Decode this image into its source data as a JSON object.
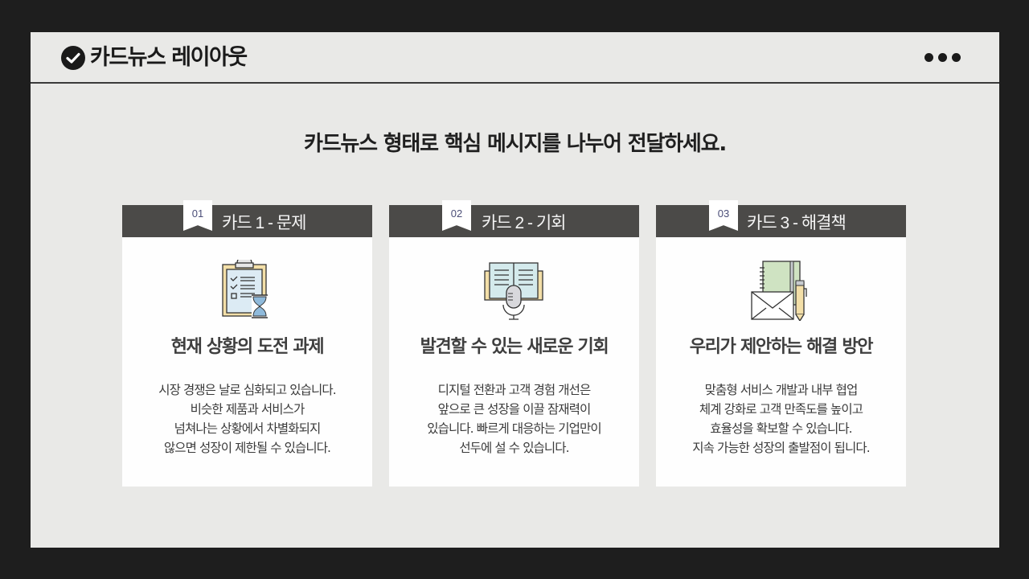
{
  "header": {
    "title": "카드뉴스 레이아웃",
    "icon": "check-circle-icon",
    "menu_icon": "more-horizontal-icon"
  },
  "subtitle": "카드뉴스 형태로 핵심 메시지를 나누어 전달하세요.",
  "colors": {
    "frame_bg": "#1e1e1e",
    "slide_bg": "#e9e9e7",
    "card_header_bg": "#4b4a48",
    "card_bg": "#fefefe",
    "ribbon_number": "#4b4e78"
  },
  "cards": [
    {
      "number": "01",
      "label": "카드 1 - 문제",
      "icon": "clipboard-hourglass-icon",
      "title": "현재 상황의 도전 과제",
      "body": [
        "시장 경쟁은 날로 심화되고 있습니다.",
        "비슷한 제품과 서비스가",
        "넘쳐나는 상황에서 차별화되지",
        "않으면 성장이 제한될 수 있습니다."
      ]
    },
    {
      "number": "02",
      "label": "카드 2 - 기회",
      "icon": "book-microphone-icon",
      "title": "발견할 수 있는 새로운 기회",
      "body": [
        "디지털 전환과 고객 경험 개선은",
        "앞으로 큰 성장을 이끌 잠재력이",
        "있습니다. 빠르게 대응하는 기업만이",
        "선두에 설 수 있습니다."
      ]
    },
    {
      "number": "03",
      "label": "카드 3 - 해결책",
      "icon": "notebook-envelope-pencil-icon",
      "title": "우리가 제안하는 해결 방안",
      "body": [
        "맞춤형 서비스 개발과 내부 협업",
        "체계 강화로 고객 만족도를 높이고",
        "효율성을 확보할 수 있습니다.",
        "지속 가능한 성장의 출발점이 됩니다."
      ]
    }
  ]
}
